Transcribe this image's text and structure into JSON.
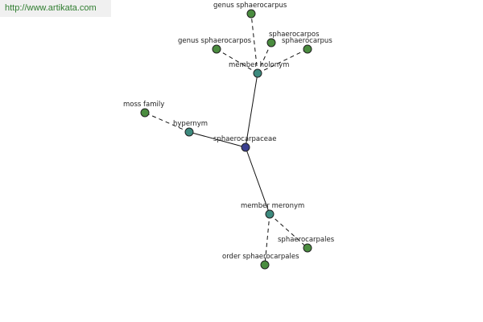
{
  "watermark": {
    "text": "http://www.artikata.com"
  },
  "colors": {
    "center_node": "#3b3f8f",
    "relation_node": "#3d8a7e",
    "term_node": "#4a8c3f",
    "edge": "#111111"
  },
  "graph": {
    "center": "sphaerocarpaceae",
    "relations": [
      {
        "id": "member-holonym",
        "label": "member holonym",
        "terms": [
          "genus sphaerocarpus",
          "genus sphaerocarpos",
          "sphaerocarpos",
          "sphaerocarpus"
        ]
      },
      {
        "id": "hypernym",
        "label": "hypernym",
        "terms": [
          "moss family"
        ]
      },
      {
        "id": "member-meronym",
        "label": "member meronym",
        "terms": [
          "sphaerocarpales",
          "order sphaerocarpales"
        ]
      }
    ]
  }
}
